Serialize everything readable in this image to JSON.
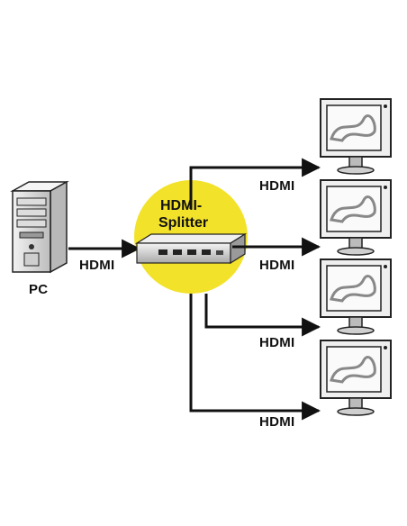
{
  "pc": {
    "label": "PC",
    "icon": "desktop-tower-icon"
  },
  "input": {
    "label": "HDMI"
  },
  "splitter": {
    "title_line1": "HDMI-",
    "title_line2": "Splitter",
    "icon": "hdmi-splitter-device-icon",
    "port_count": 4
  },
  "outputs": [
    {
      "label": "HDMI",
      "icon": "monitor-icon"
    },
    {
      "label": "HDMI",
      "icon": "monitor-icon"
    },
    {
      "label": "HDMI",
      "icon": "monitor-icon"
    },
    {
      "label": "HDMI",
      "icon": "monitor-icon"
    }
  ],
  "colors": {
    "hub": "#f3e22a",
    "line": "#111111",
    "device": "#e8e8e8"
  }
}
